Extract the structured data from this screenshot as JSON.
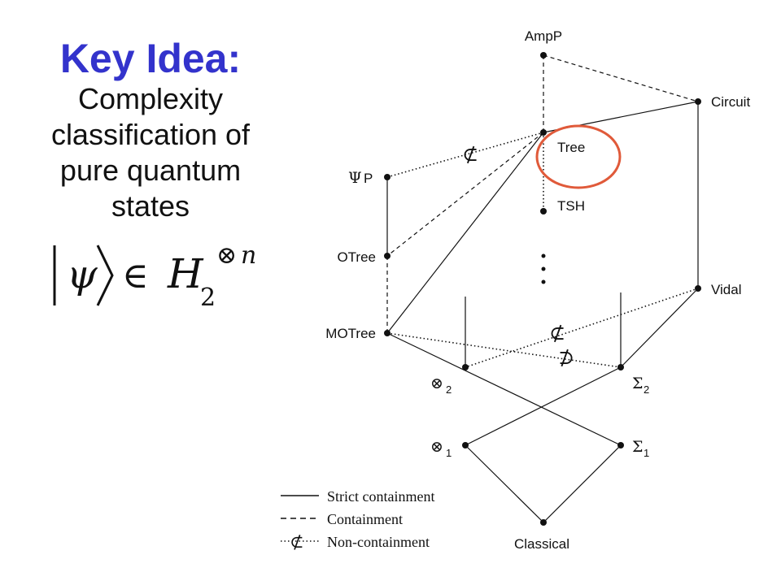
{
  "title": {
    "main": "Key Idea:",
    "subtitle_lines": [
      "Complexity",
      "classification of",
      "pure quantum",
      "states"
    ]
  },
  "formula": {
    "psi": "ψ",
    "element_of": "∈",
    "space": "H",
    "subscript": "2",
    "tensor": "⊗",
    "exponent": "n"
  },
  "nodes": {
    "ampp": "AmpP",
    "circuit": "Circuit",
    "tree": "Tree",
    "tsh": "TSH",
    "psip_symbol": "Ψ",
    "psip": "P",
    "otree": "OTree",
    "vidal": "Vidal",
    "motree": "MOTree",
    "tensor2_symbol": "⊗",
    "tensor2_sub": "2",
    "sigma2_symbol": "Σ",
    "sigma2_sub": "2",
    "tensor1_symbol": "⊗",
    "tensor1_sub": "1",
    "sigma1_symbol": "Σ",
    "sigma1_sub": "1",
    "classical": "Classical"
  },
  "relation_symbols": {
    "not_subset_top": "⊄",
    "not_subset_mid": "⊄",
    "not_superset_mid": "⊅",
    "not_subset_legend": "⊄"
  },
  "legend": {
    "strict": "Strict containment",
    "containment": "Containment",
    "non_containment": "Non-containment"
  },
  "colors": {
    "title": "#3333cc",
    "highlight": "#e05a3a",
    "ink": "#111111"
  }
}
